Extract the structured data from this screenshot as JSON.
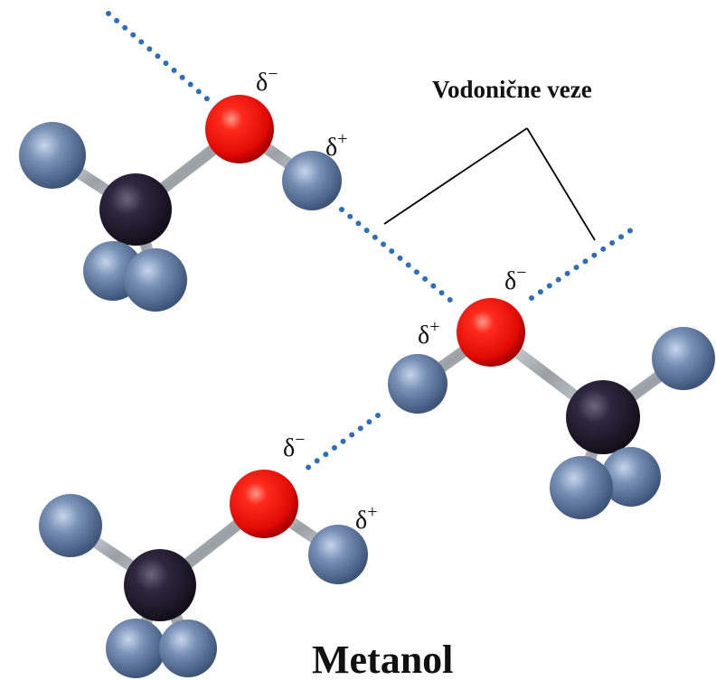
{
  "title": "Metanol",
  "callout_label": "Vodonične veze",
  "charge_symbol": "δ",
  "charge_negative": "−",
  "charge_positive": "+",
  "colors": {
    "oxygen": "#ff1a12",
    "carbon": "#2a2438",
    "hydrogen": "#6d88b0",
    "bond": "#b8bcc0",
    "hydrogen_bond_dots": "#2f6eb5",
    "leader_line": "#000000"
  },
  "molecules": [
    {
      "name": "methanol-top-left",
      "atoms": [
        "C",
        "O",
        "H",
        "H",
        "H",
        "H"
      ]
    },
    {
      "name": "methanol-middle-right",
      "atoms": [
        "C",
        "O",
        "H",
        "H",
        "H",
        "H"
      ]
    },
    {
      "name": "methanol-bottom-left",
      "atoms": [
        "C",
        "O",
        "H",
        "H",
        "H",
        "H"
      ]
    }
  ]
}
